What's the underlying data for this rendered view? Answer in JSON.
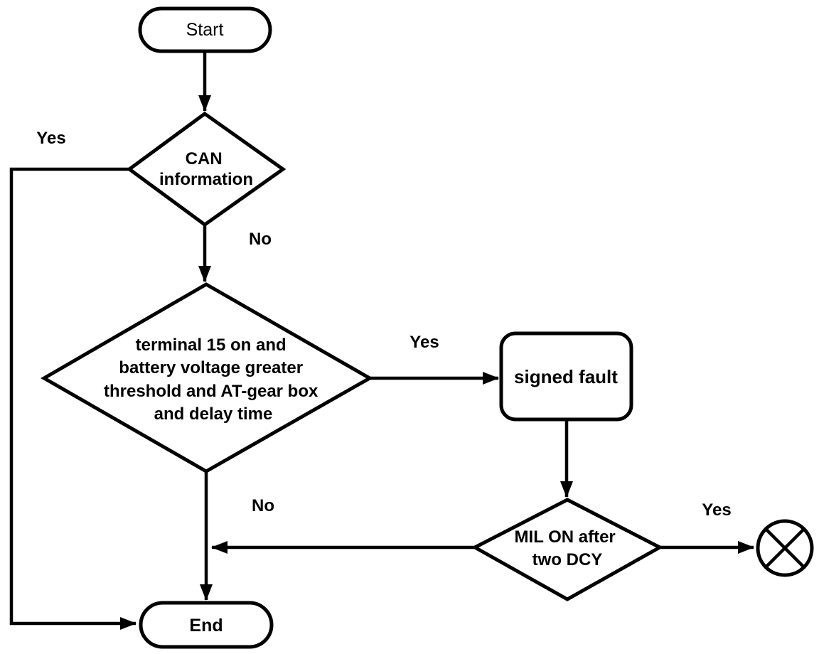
{
  "flowchart": {
    "colors": {
      "background": "#ffffff",
      "stroke": "#000000",
      "text": "#000000"
    },
    "nodes": {
      "start": {
        "type": "terminator",
        "label": "Start"
      },
      "can_information": {
        "type": "decision",
        "lines": [
          "CAN",
          "information"
        ]
      },
      "conditions": {
        "type": "decision",
        "lines": [
          "terminal 15 on and",
          "battery voltage greater",
          "threshold and AT-gear box",
          "and delay time"
        ]
      },
      "signed_fault": {
        "type": "process",
        "label": "signed fault"
      },
      "mil_on_after_two_dcy": {
        "type": "decision",
        "lines": [
          "MIL ON after",
          "two DCY"
        ]
      },
      "end": {
        "type": "terminator",
        "label": "End"
      },
      "terminator_x": {
        "type": "crossed-circle-terminator",
        "label": ""
      }
    },
    "edges": [
      {
        "from": "start",
        "to": "can_information",
        "label": ""
      },
      {
        "from": "can_information",
        "to": "end",
        "label": "Yes"
      },
      {
        "from": "can_information",
        "to": "conditions",
        "label": "No"
      },
      {
        "from": "conditions",
        "to": "signed_fault",
        "label": "Yes"
      },
      {
        "from": "conditions",
        "to": "end",
        "label": "No"
      },
      {
        "from": "signed_fault",
        "to": "mil_on_after_two_dcy",
        "label": ""
      },
      {
        "from": "mil_on_after_two_dcy",
        "to": "terminator_x",
        "label": "Yes"
      },
      {
        "from": "mil_on_after_two_dcy",
        "to": "end",
        "label": ""
      }
    ]
  }
}
